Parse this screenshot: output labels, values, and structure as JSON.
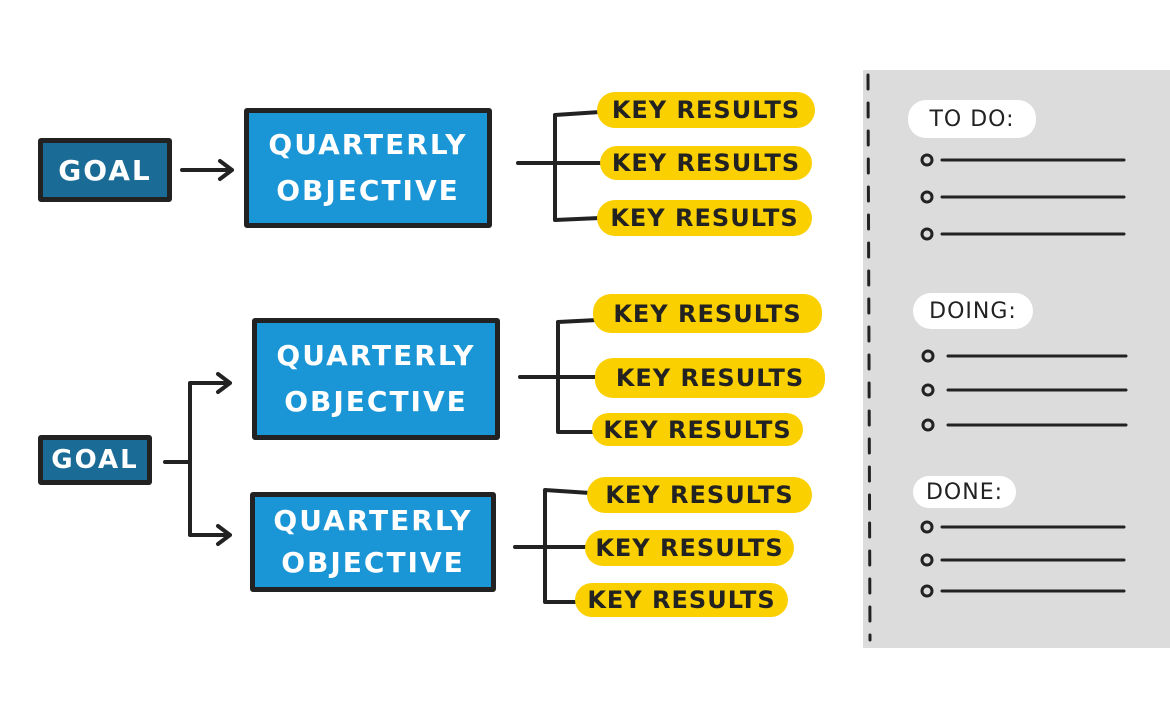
{
  "rows": [
    {
      "goal": "GOAL",
      "objectives": [
        {
          "line1": "QUARTERLY",
          "line2": "OBJECTIVE",
          "key_results": [
            "KEY RESULTS",
            "KEY RESULTS",
            "KEY RESULTS"
          ]
        }
      ]
    },
    {
      "goal": "GOAL",
      "objectives": [
        {
          "line1": "QUARTERLY",
          "line2": "OBJECTIVE",
          "key_results": [
            "KEY RESULTS",
            "KEY RESULTS",
            "KEY RESULTS"
          ]
        },
        {
          "line1": "QUARTERLY",
          "line2": "OBJECTIVE",
          "key_results": [
            "KEY RESULTS",
            "KEY RESULTS",
            "KEY RESULTS"
          ]
        }
      ]
    }
  ],
  "board": {
    "todo": "TO DO:",
    "doing": "DOING:",
    "done": "DONE:"
  },
  "colors": {
    "goal": "#1a6c96",
    "objective": "#1a95d6",
    "key_result": "#fbd000",
    "panel": "#dcdcdc"
  }
}
